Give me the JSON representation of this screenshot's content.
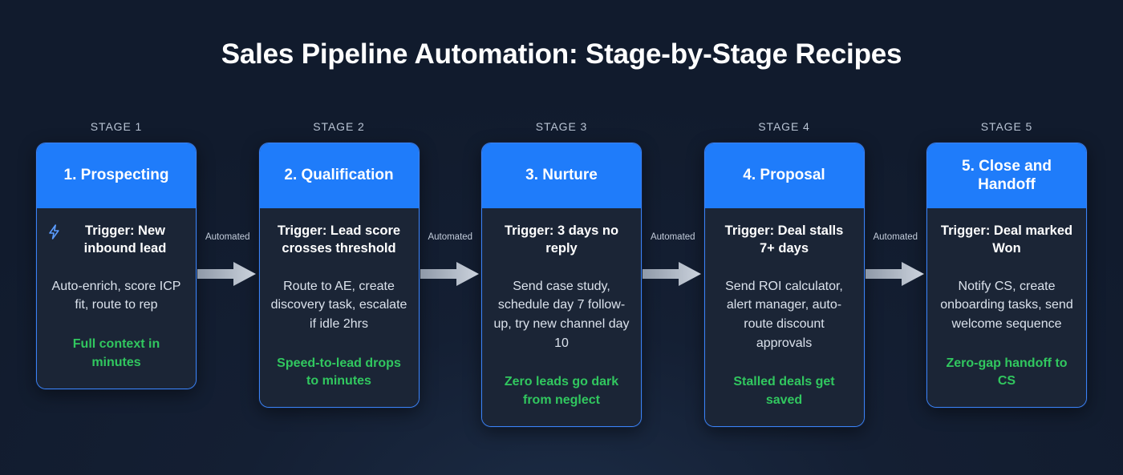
{
  "title": "Sales Pipeline Automation: Stage-by-Stage Recipes",
  "colors": {
    "background": "#131f33",
    "header_blue": "#1f7cfa",
    "card_border": "#3b82f6",
    "card_body": "#1b2536",
    "outcome_green": "#31c75f",
    "stage_label": "#b9c4d4",
    "body_text": "#dbe2ec",
    "arrow_gray": "#b9c0cc"
  },
  "connector": {
    "label": "Automated",
    "icon": "arrow-right-icon",
    "count": 4
  },
  "stages": [
    {
      "stage_label": "STAGE 1",
      "title": "1. Prospecting",
      "trigger_icon": "lightning-bolt-icon",
      "has_icon": true,
      "trigger": "Trigger: New inbound lead",
      "actions": "Auto-enrich, score ICP fit, route to rep",
      "outcome": "Full context in minutes"
    },
    {
      "stage_label": "STAGE 2",
      "title": "2. Qualification",
      "trigger_icon": null,
      "has_icon": false,
      "trigger": "Trigger: Lead score crosses threshold",
      "actions": "Route to AE, create discovery task, escalate if idle 2hrs",
      "outcome": "Speed-to-lead drops to minutes"
    },
    {
      "stage_label": "STAGE 3",
      "title": "3. Nurture",
      "trigger_icon": null,
      "has_icon": false,
      "trigger": "Trigger: 3 days no reply",
      "actions": "Send case study, schedule day 7 follow-up, try new channel day 10",
      "outcome": "Zero leads go dark from neglect"
    },
    {
      "stage_label": "STAGE 4",
      "title": "4. Proposal",
      "trigger_icon": null,
      "has_icon": false,
      "trigger": "Trigger: Deal stalls 7+ days",
      "actions": "Send ROI calculator, alert manager, auto-route discount approvals",
      "outcome": "Stalled deals get saved"
    },
    {
      "stage_label": "STAGE 5",
      "title": "5. Close and Handoff",
      "trigger_icon": null,
      "has_icon": false,
      "trigger": "Trigger: Deal marked Won",
      "actions": "Notify CS, create onboarding tasks, send welcome sequence",
      "outcome": "Zero-gap handoff to CS"
    }
  ]
}
